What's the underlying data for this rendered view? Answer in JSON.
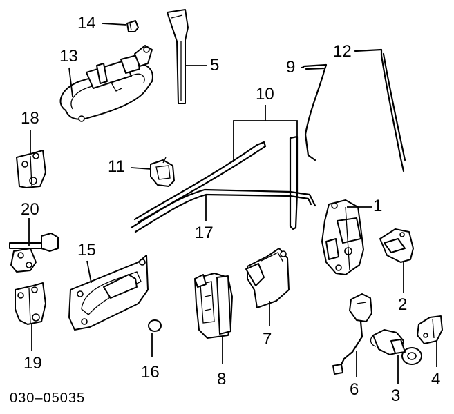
{
  "diagram": {
    "reference_code": "030–05035",
    "callouts": [
      "1",
      "2",
      "3",
      "4",
      "5",
      "6",
      "7",
      "8",
      "9",
      "10",
      "11",
      "12",
      "13",
      "14",
      "15",
      "16",
      "17",
      "18",
      "19",
      "20"
    ]
  }
}
